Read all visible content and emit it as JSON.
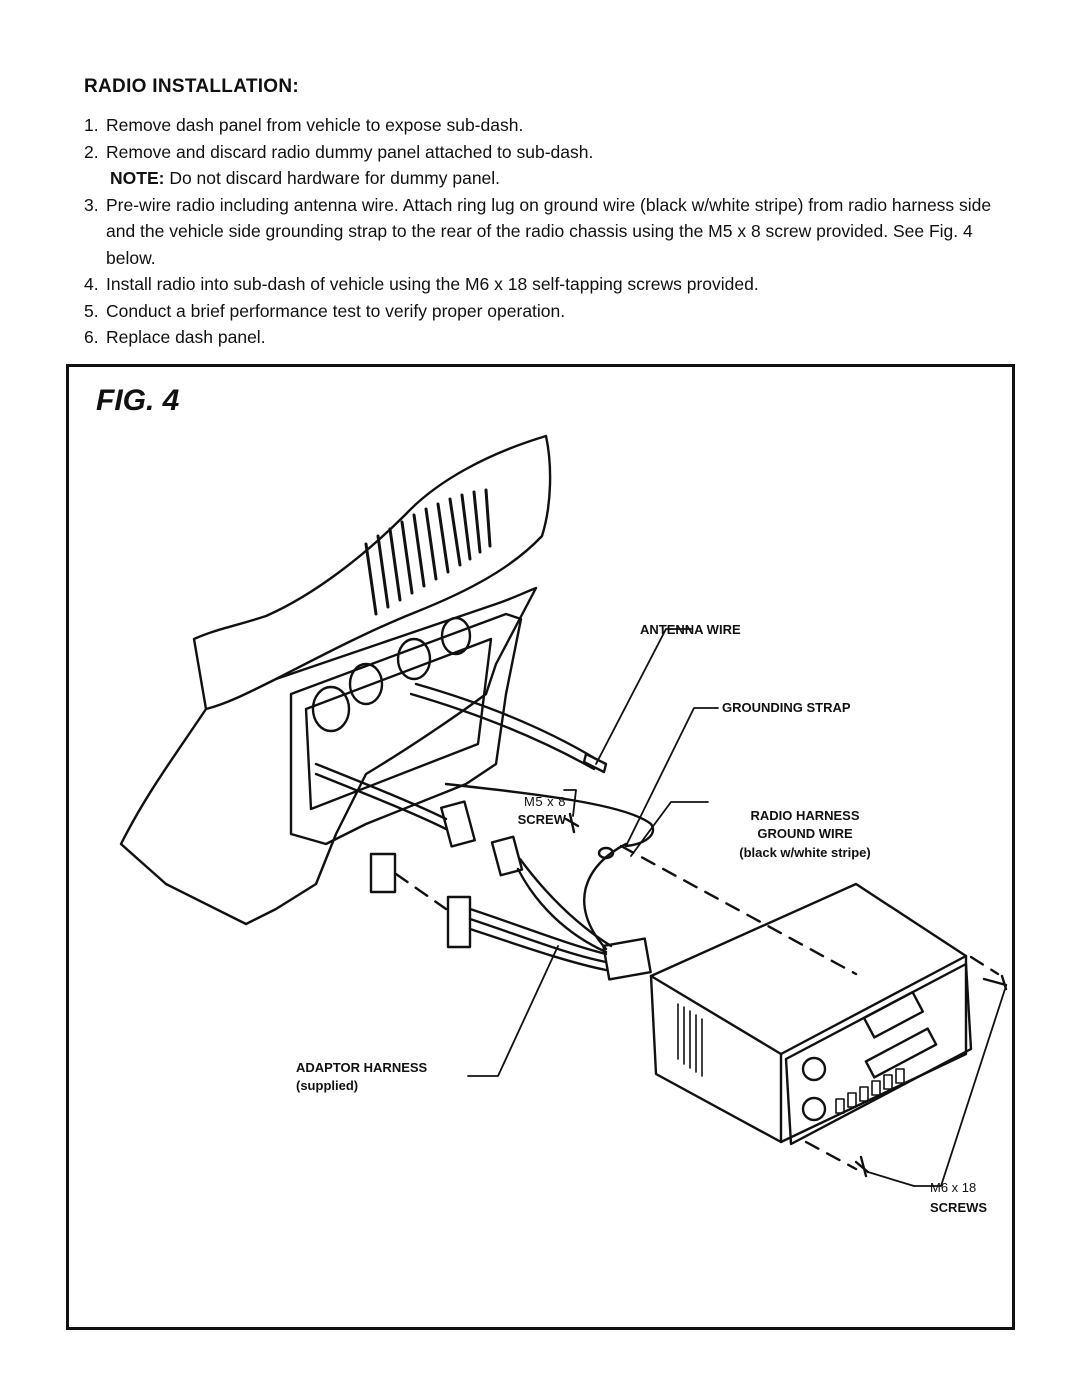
{
  "heading": "RADIO INSTALLATION:",
  "steps": [
    {
      "num": "1.",
      "text": "Remove dash panel from vehicle to expose sub-dash."
    },
    {
      "num": "2.",
      "text": "Remove and discard radio dummy panel attached to sub-dash."
    },
    {
      "num": "3.",
      "text": "Pre-wire radio including antenna wire.   Attach ring lug on ground wire (black w/white stripe) from radio harness side and the vehicle side grounding strap to the rear of the radio chassis using the M5 x 8 screw provided.  See Fig. 4 below."
    },
    {
      "num": "4.",
      "text": "Install radio into sub-dash of vehicle using the M6 x 18 self-tapping screws provided."
    },
    {
      "num": "5.",
      "text": "Conduct a brief performance test to verify proper operation."
    },
    {
      "num": "6.",
      "text": "Replace dash panel."
    }
  ],
  "note": {
    "label": "NOTE:",
    "text": " Do not discard hardware for dummy panel."
  },
  "figure": {
    "title": "FIG. 4",
    "labels": {
      "antenna_wire": "ANTENNA WIRE",
      "grounding_strap": "GROUNDING STRAP",
      "m5_line1": "M5 x 8",
      "m5_line2": "SCREW",
      "radio_harness_line1": "RADIO HARNESS",
      "radio_harness_line2": "GROUND WIRE",
      "radio_harness_line3": "(black w/white stripe)",
      "adaptor_line1": "ADAPTOR HARNESS",
      "adaptor_line2": "(supplied)",
      "m6_line1": "M6 x 18",
      "m6_line2": "SCREWS"
    }
  }
}
